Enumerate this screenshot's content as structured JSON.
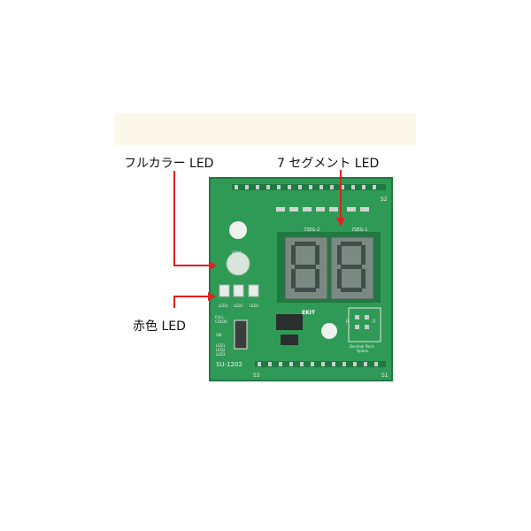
{
  "labels": {
    "full_color_led": "フルカラー LED",
    "seven_segment_led": "7 セグメント LED",
    "red_led": "赤色 LED"
  },
  "board": {
    "brand": "EKIT",
    "model": "SU-1202",
    "connectors": [
      "S2",
      "S3",
      "S1"
    ],
    "display_labels": [
      "7SEG-2",
      "7SEG-1"
    ],
    "led_labels": [
      "LED3",
      "LED2",
      "LED1"
    ],
    "full_led_label": "LED4",
    "switch_labels": {
      "top": "FULL",
      "top2": "COLOR",
      "sw": "SW",
      "bottom": "LED1",
      "bottom2": "LED2",
      "bottom3": "LED3"
    },
    "jumper_labels": [
      "J2",
      "J1"
    ],
    "decimal_point_label": "Decimal Point",
    "option_label": "Option",
    "digits": [
      "8",
      "8"
    ]
  },
  "colors": {
    "pcb": "#2f9a55",
    "pcb_dark": "#1f7a41",
    "segment": "#5b6b64",
    "arrow": "#e02020",
    "banner": "#fbf8ea"
  }
}
